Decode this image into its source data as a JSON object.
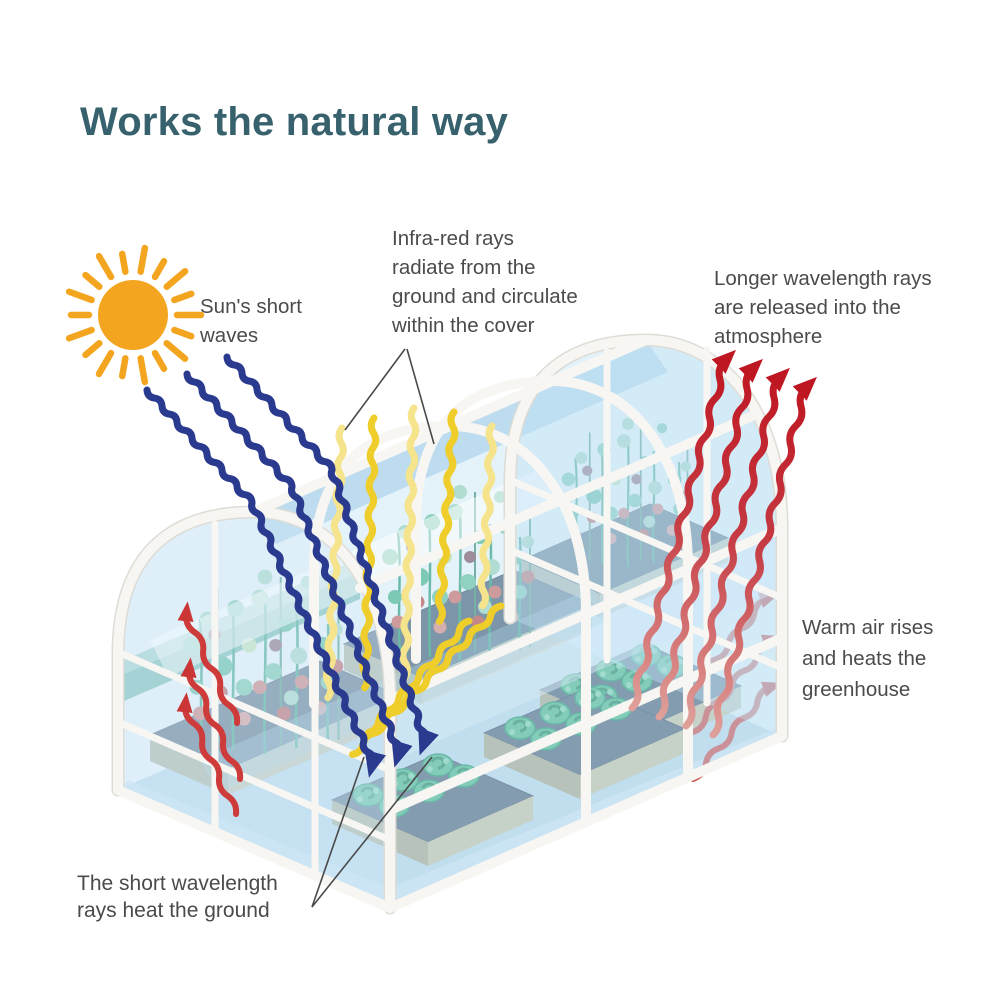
{
  "title": "Works the natural way",
  "annotations": {
    "sun_label": {
      "lines": [
        "Sun's short",
        "waves"
      ]
    },
    "infrared": {
      "lines": [
        "Infra-red rays",
        "radiate from the",
        "ground and circulate",
        "within the cover"
      ]
    },
    "released": {
      "lines": [
        "Longer wavelength rays",
        "are released into the",
        "atmosphere"
      ]
    },
    "warm_air": {
      "lines": [
        "Warm air rises",
        "and heats the",
        "greenhouse"
      ]
    },
    "ground_heat": {
      "lines": [
        "The short wavelength",
        "rays heat the ground"
      ]
    }
  },
  "icons": {
    "sun": "sun-icon"
  },
  "colors": {
    "title_text": "#37616C",
    "label_text": "#4B4B4B",
    "sun_orange": "#F4A51F",
    "short_wave_blue": "#2A3A8F",
    "infrared_yellow": "#EFCD2A",
    "released_red": "#BF1722",
    "warm_air_red": "#D24040",
    "cover_blue": "#BEE0F4",
    "frame_white": "#F7F6F2",
    "floor_blue": "#C3DCEC",
    "teal_band": "#72B9A6",
    "bed_tan": "#CBC7AA",
    "cabbage_green": "#56BE8F",
    "tomato_red": "#D96A5F"
  }
}
